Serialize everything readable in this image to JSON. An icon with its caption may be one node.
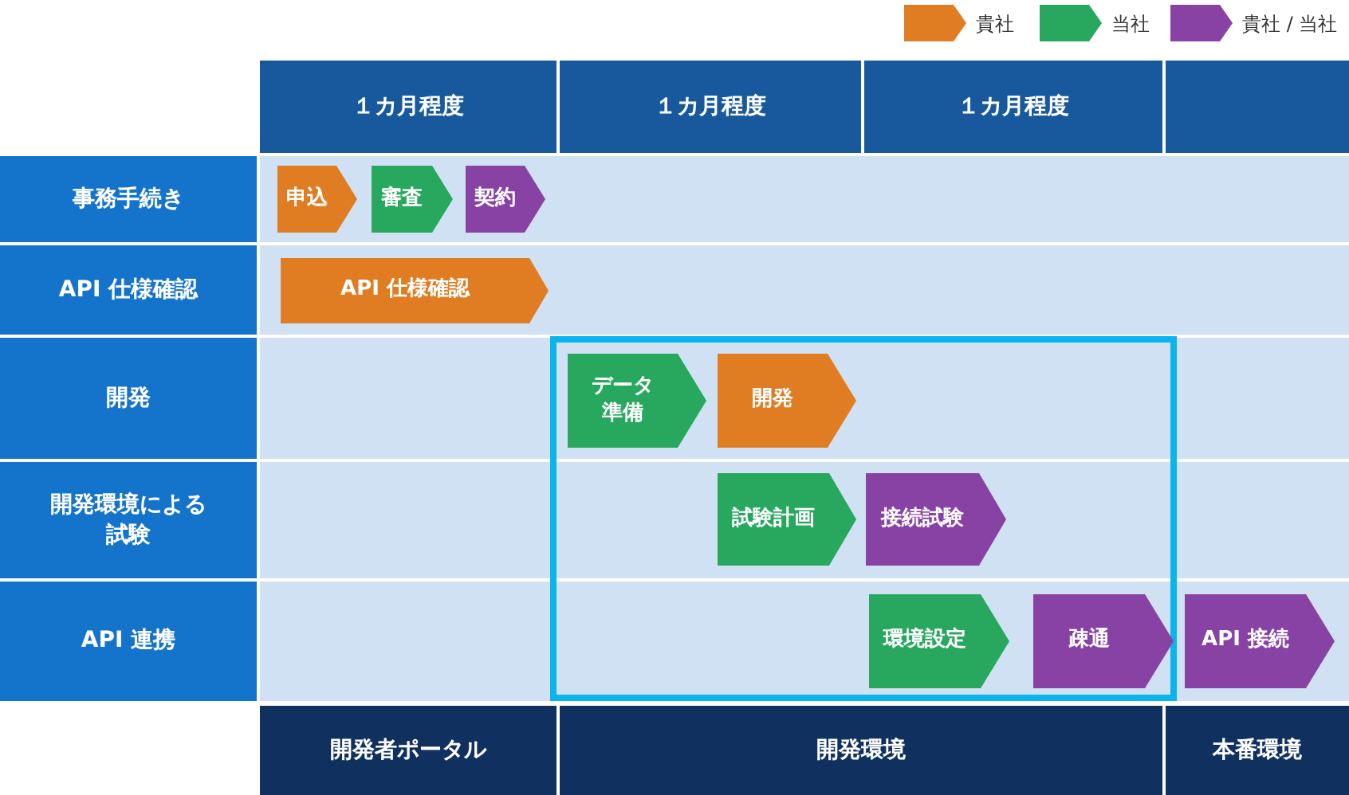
{
  "diagram": {
    "nodes": [
      {
        "text": [
          "１カ月程度"
        ]
      },
      {
        "text": [
          "１カ月程度"
        ]
      },
      {
        "text": [
          "１カ月程度"
        ]
      },
      {
        "text": [],
        "shape": "box"
      },
      {
        "text": [
          "事務手続き"
        ]
      },
      {
        "text": [
          "申込"
        ]
      },
      {
        "text": [
          "審査"
        ]
      },
      {
        "text": [
          "契約"
        ]
      },
      {
        "text": [
          "API 仕様確認"
        ]
      },
      {
        "text": [
          "API 仕様確認"
        ]
      },
      {
        "text": [
          "開発"
        ]
      },
      {
        "text": [
          "データ準備"
        ]
      },
      {
        "text": [
          "開発"
        ]
      },
      {
        "text": [
          "開発環境による試験"
        ]
      },
      {
        "text": [
          "試験計画"
        ]
      },
      {
        "text": [
          "接続試験"
        ]
      },
      {
        "text": [
          "API 連携"
        ]
      },
      {
        "text": [
          "環境設定"
        ]
      },
      {
        "text": [
          "疎通"
        ]
      },
      {
        "text": [
          "API 接続"
        ]
      },
      {
        "text": [
          "開発者ポータル"
        ]
      },
      {
        "text": [
          "開発環境"
        ]
      },
      {
        "text": [
          "本番環境"
        ]
      }
    ],
    "legend": [
      {
        "text": "貴社",
        "color": "#e07d22"
      },
      {
        "text": "当社",
        "color": "#27a85e"
      },
      {
        "text": "貴社 / 当社",
        "color": "#8842a4"
      }
    ]
  }
}
